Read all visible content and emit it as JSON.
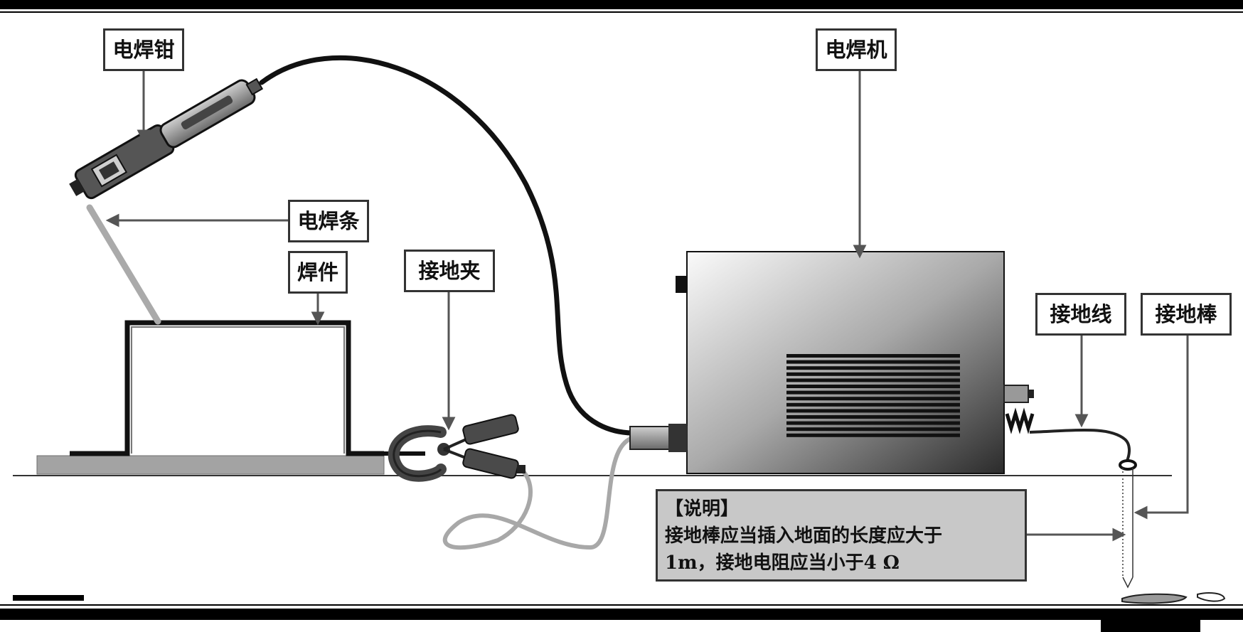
{
  "labels": {
    "electrode_holder": "电焊钳",
    "electrode": "电焊条",
    "workpiece": "焊件",
    "ground_clamp": "接地夹",
    "welding_machine": "电焊机",
    "ground_wire": "接地线",
    "ground_rod": "接地棒"
  },
  "note": {
    "title": "【说明】",
    "line1": "接地棒应当插入地面的长度应大于",
    "line2": "1m，接地电阻应当小于4 Ω"
  },
  "colors": {
    "frame": "#000000",
    "label_border": "#333333",
    "note_fill": "#c8c8c8",
    "cable_dark": "#111111",
    "cable_light": "#a8a8a8",
    "ground_line": "#333333"
  }
}
